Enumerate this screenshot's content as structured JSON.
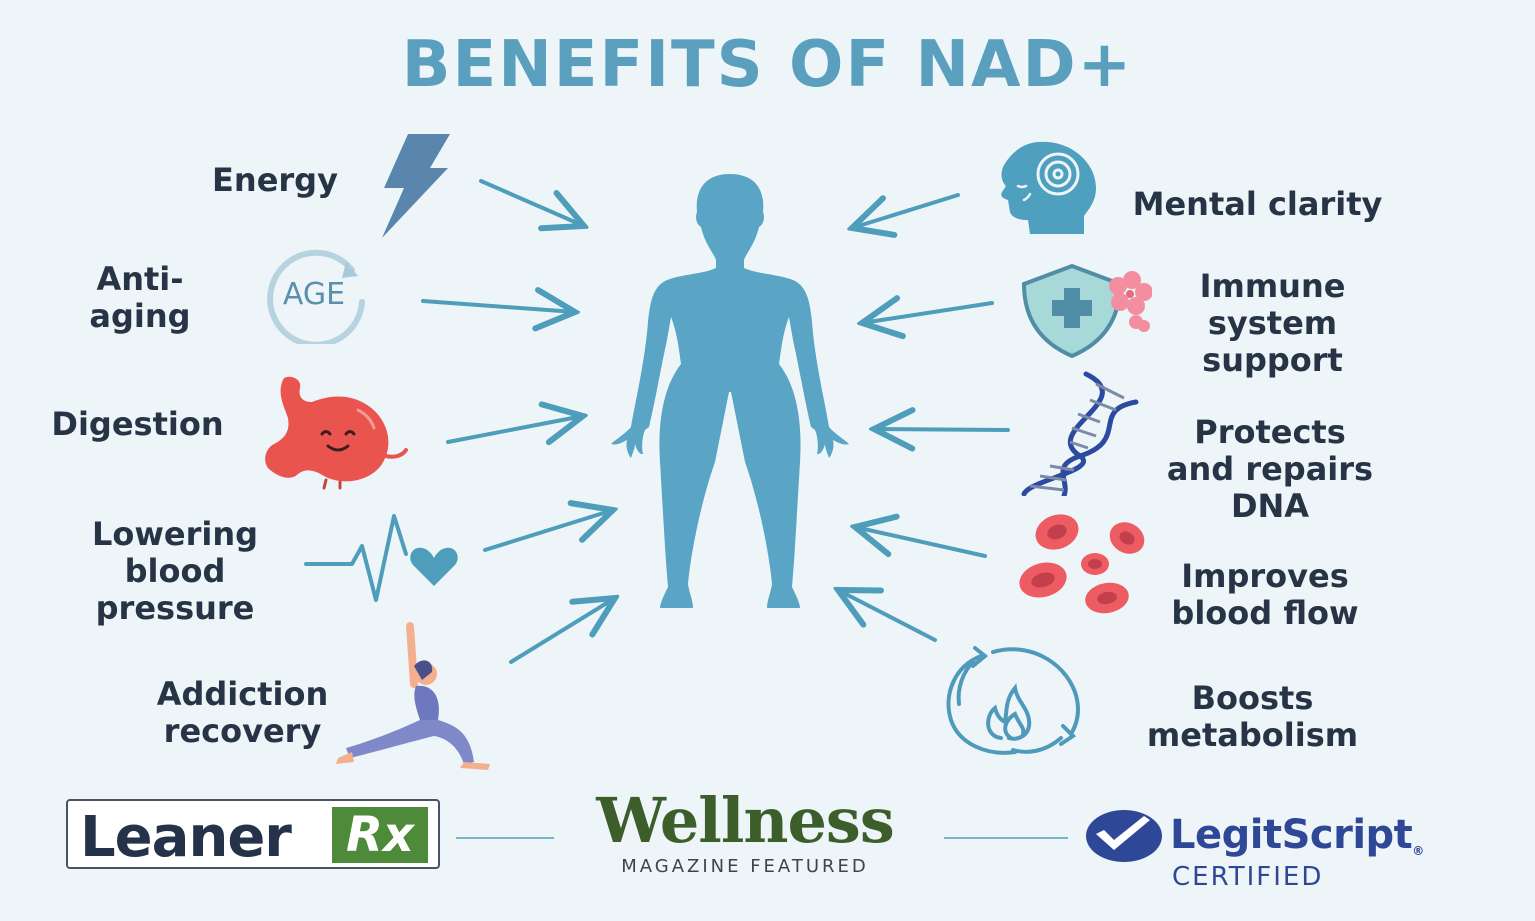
{
  "title": "BENEFITS OF NAD+",
  "colors": {
    "title": "#5a9fbe",
    "body_figure": "#5aa5c5",
    "arrow": "#4e9dbb",
    "label_text": "#273445",
    "background": "#eef5f9"
  },
  "center_figure": {
    "icon": "human-body-silhouette-icon"
  },
  "benefits_left": [
    {
      "label": "Energy",
      "icon": "lightning-bolt-icon"
    },
    {
      "label": "Anti-\naging",
      "icon": "age-cycle-icon",
      "icon_text": "AGE"
    },
    {
      "label": "Digestion",
      "icon": "smiling-stomach-icon"
    },
    {
      "label": "Lowering\nblood\npressure",
      "icon": "heartbeat-heart-icon"
    },
    {
      "label": "Addiction\nrecovery",
      "icon": "yoga-pose-icon"
    }
  ],
  "benefits_right": [
    {
      "label": "Mental clarity",
      "icon": "head-spiral-icon"
    },
    {
      "label": "Immune\nsystem\nsupport",
      "icon": "shield-cross-flower-icon"
    },
    {
      "label": "Protects\nand repairs\nDNA",
      "icon": "dna-helix-icon"
    },
    {
      "label": "Improves\nblood flow",
      "icon": "red-blood-cells-icon"
    },
    {
      "label": "Boosts\nmetabolism",
      "icon": "metabolism-flame-cycle-icon"
    }
  ],
  "footer": {
    "leaner": {
      "text": "Leaner",
      "badge": "Rx"
    },
    "wellness": {
      "title": "Wellness",
      "subtitle": "MAGAZINE FEATURED"
    },
    "legitscript": {
      "title": "LegitScript",
      "trademark": "®",
      "subtitle": "CERTIFIED"
    }
  }
}
